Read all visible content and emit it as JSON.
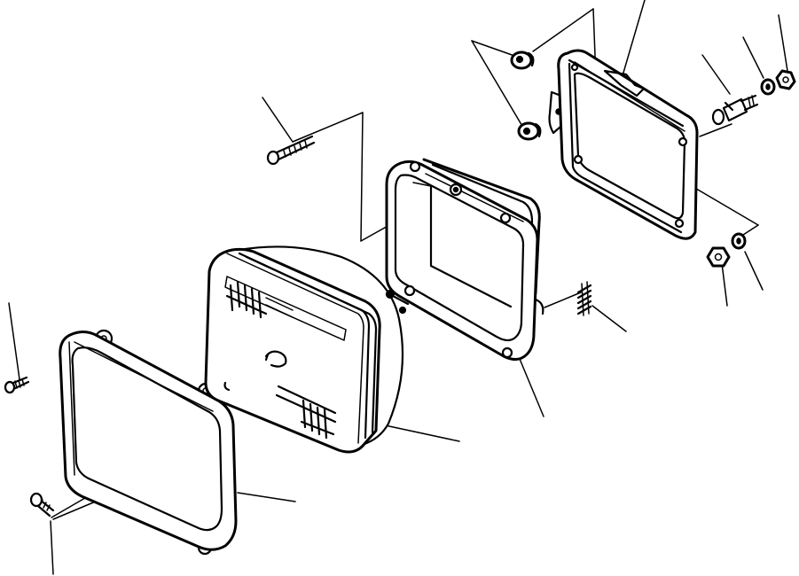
{
  "figure": {
    "background": "#ffffff",
    "ink": "#000000"
  },
  "parts": [
    {
      "name": "screw-front-top"
    },
    {
      "name": "screw-front-bottom"
    },
    {
      "name": "bezel-ring"
    },
    {
      "name": "sealed-beam-lamp"
    },
    {
      "name": "mounting-shell"
    },
    {
      "name": "spring"
    },
    {
      "name": "adjusting-screw"
    },
    {
      "name": "rear-bracket"
    },
    {
      "name": "grommets"
    },
    {
      "name": "adjuster-bolt"
    },
    {
      "name": "washer"
    },
    {
      "name": "nut"
    }
  ]
}
